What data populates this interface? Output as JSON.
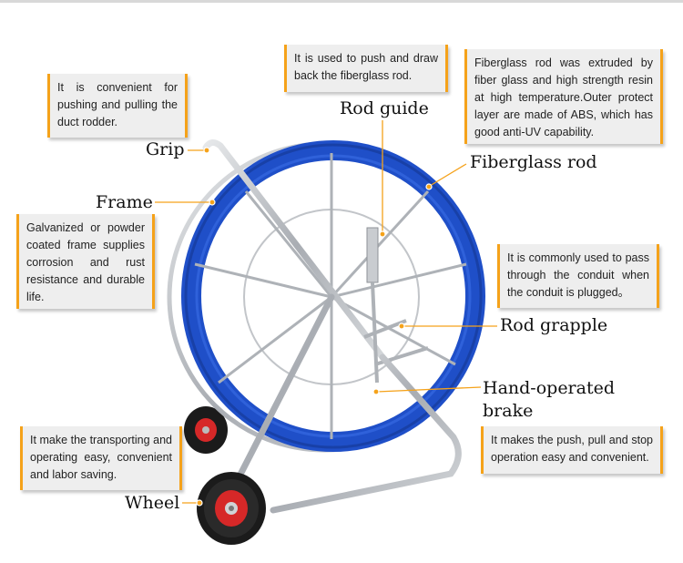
{
  "labels": {
    "rod_guide": "Rod guide",
    "grip": "Grip",
    "frame": "Frame",
    "fiberglass_rod": "Fiberglass rod",
    "rod_grapple": "Rod grapple",
    "brake_line1": "Hand-operated",
    "brake_line2": "brake",
    "wheel": "Wheel"
  },
  "descriptions": {
    "grip": "It is convenient for pushing and pulling the duct rodder.",
    "rod_guide": "It is used to push and draw back the fiberglass rod.",
    "fiberglass_rod": "Fiberglass rod was extruded by fiber glass and high strength resin at high temperature.Outer protect layer are made of ABS, which has good anti-UV capability.",
    "frame": "Galvanized or powder coated frame supplies corrosion and rust resistance and durable life.",
    "rod_grapple": "It is commonly used to pass through the conduit when the conduit is plugged。",
    "wheel": "It make the transporting and operating easy, convenient and labor saving.",
    "brake": "It makes the push, pull and stop operation easy and convenient."
  },
  "colors": {
    "accent": "#f5a21a",
    "rod_blue": "#1f4fc8",
    "frame_steel": "#b8bcc2",
    "wheel_hub": "#d62828"
  }
}
